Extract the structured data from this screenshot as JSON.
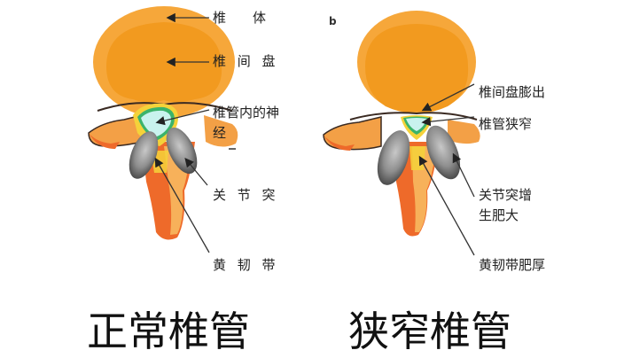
{
  "figure": {
    "panel_tag": "b",
    "left": {
      "caption": "正常椎管",
      "labels": {
        "vertebral_body": "椎　　体",
        "disc": "椎 间 盘",
        "nerve_line1": "椎管内的神",
        "nerve_line2": "经",
        "facet": "关 节 突",
        "ligament": "黄 韧 带"
      }
    },
    "right": {
      "caption": "狭窄椎管",
      "labels": {
        "disc_bulge": "椎间盘膨出",
        "canal_narrow": "椎管狭窄",
        "facet_line1": "关节突增",
        "facet_line2": "生肥大",
        "ligament_thick": "黄韧带肥厚"
      }
    },
    "colors": {
      "body_outer": "#f6a73a",
      "body_inner": "#f29a1f",
      "process": "#f3a046",
      "process_dark": "#ee6a2a",
      "canal_fill": "#c9f2ee",
      "canal_ring_green": "#3bb36b",
      "canal_yellow": "#f5d23a",
      "facet_gray": "#8a8a8a",
      "outline": "#3a2a22",
      "arrow": "#333333"
    }
  }
}
